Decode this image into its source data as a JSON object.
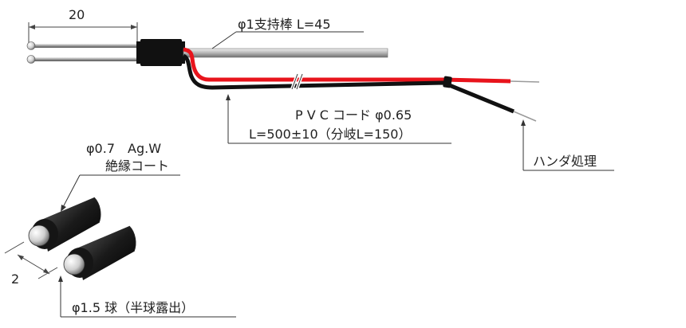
{
  "labels": {
    "dim_20": "20",
    "support_rod": "φ1支持棒 L=45",
    "pvc_cord": "P V C コード φ0.65",
    "length": "L=500±10（分岐L=150）",
    "solder": "ハンダ処理",
    "wire_line1": "φ0.7　Ag.W",
    "wire_line2": "絶縁コート",
    "dim_2": "2",
    "ball": "φ1.5 球（半球露出）"
  },
  "colors": {
    "red_wire": "#e8141c",
    "black_wire": "#111111",
    "rod": "#b9b9b9",
    "leader": "#333333"
  }
}
